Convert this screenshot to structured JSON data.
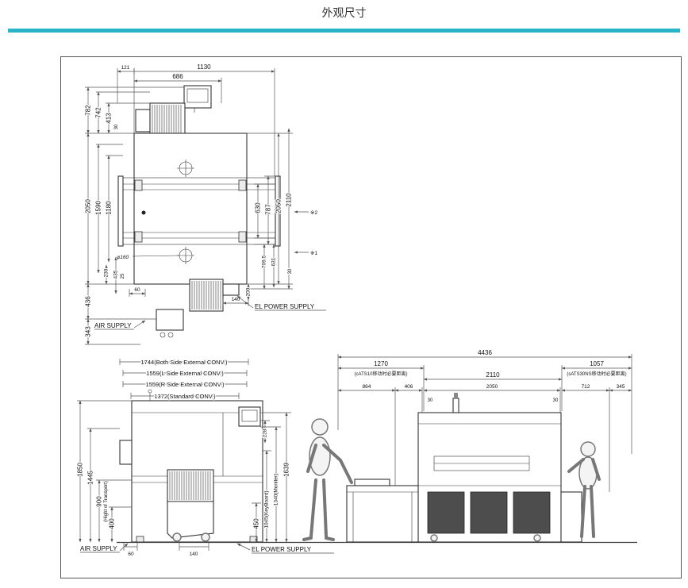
{
  "page": {
    "title": "外观尺寸"
  },
  "colors": {
    "divider_teal": "#29b4c8"
  },
  "plan": {
    "d121": "121",
    "d1130": "1130",
    "d686": "686",
    "d782": "782",
    "d742": "742",
    "d413": "413",
    "d30top": "30",
    "d2050L": "2050",
    "d1590": "1590",
    "d1180": "1180",
    "d230": "230",
    "d435": "435",
    "d25": "25",
    "d60": "60",
    "d436": "436",
    "d343": "343",
    "phi160": "φ160",
    "d630": "630",
    "d787": "787",
    "d2050R": "2050",
    "d2110": "2110",
    "note2": "※2",
    "note1": "※1",
    "d709_5": "709.5",
    "d631": "631",
    "d30right": "30",
    "d200": "200",
    "d140": "140",
    "air": "AIR SUPPLY",
    "el": "EL POWER SUPPLY"
  },
  "front": {
    "conv1": "1744(Both Side External CONV.)",
    "conv2": "1559(L Side External CONV.)",
    "conv3": "1559(R Side External CONV.)",
    "conv4": "1372(Standard CONV.)",
    "d1850": "1850",
    "d1445": "1445",
    "d900": "900",
    "transport": "(Hight of Transport)",
    "d400": "400",
    "d228": "228",
    "d1639": "1639",
    "d1340": "1340(Moniter)",
    "d1045": "1045(KeyBoard)",
    "d450": "450",
    "air": "AIR SUPPLY",
    "d60": "60",
    "d140": "140",
    "el": "EL POWER SUPPLY"
  },
  "side": {
    "d4436": "4436",
    "d1270": "1270",
    "note1270": "(cATS10移动时必要距离)",
    "d2110": "2110",
    "d1057": "1057",
    "note1057": "(sATS30NS移动时必要距离)",
    "d864": "864",
    "d406": "406",
    "d30a": "30",
    "d2050": "2050",
    "d30b": "30",
    "d712": "712",
    "d345": "345"
  }
}
